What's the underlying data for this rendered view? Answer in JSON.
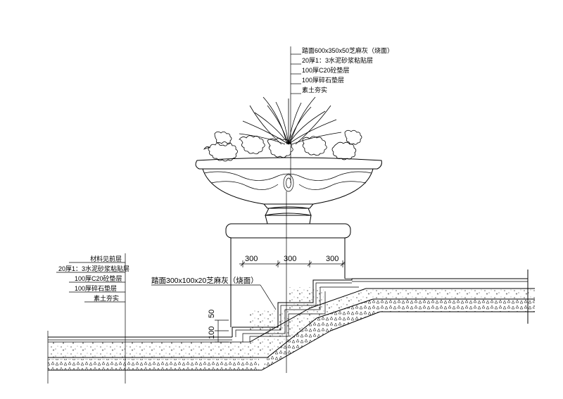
{
  "top_callout": {
    "lines": [
      "踏面600x350x50芝麻灰（烧面）",
      "20厚1：3水泥砂浆粘贴层",
      "100厚C20砼垫层",
      "100厚碎石垫层",
      "素土夯实"
    ]
  },
  "left_callout": {
    "lines": [
      "材料见前层",
      "20厚1：3水泥砂浆粘贴层",
      "100厚C20砼垫层",
      "100厚碎石垫层",
      "素土夯实"
    ]
  },
  "dimensions": {
    "horizontal": [
      "300",
      "300",
      "300"
    ],
    "vertical": [
      "50",
      "100"
    ]
  },
  "step_label": "踏面300x100x20芝麻灰（烧面）"
}
